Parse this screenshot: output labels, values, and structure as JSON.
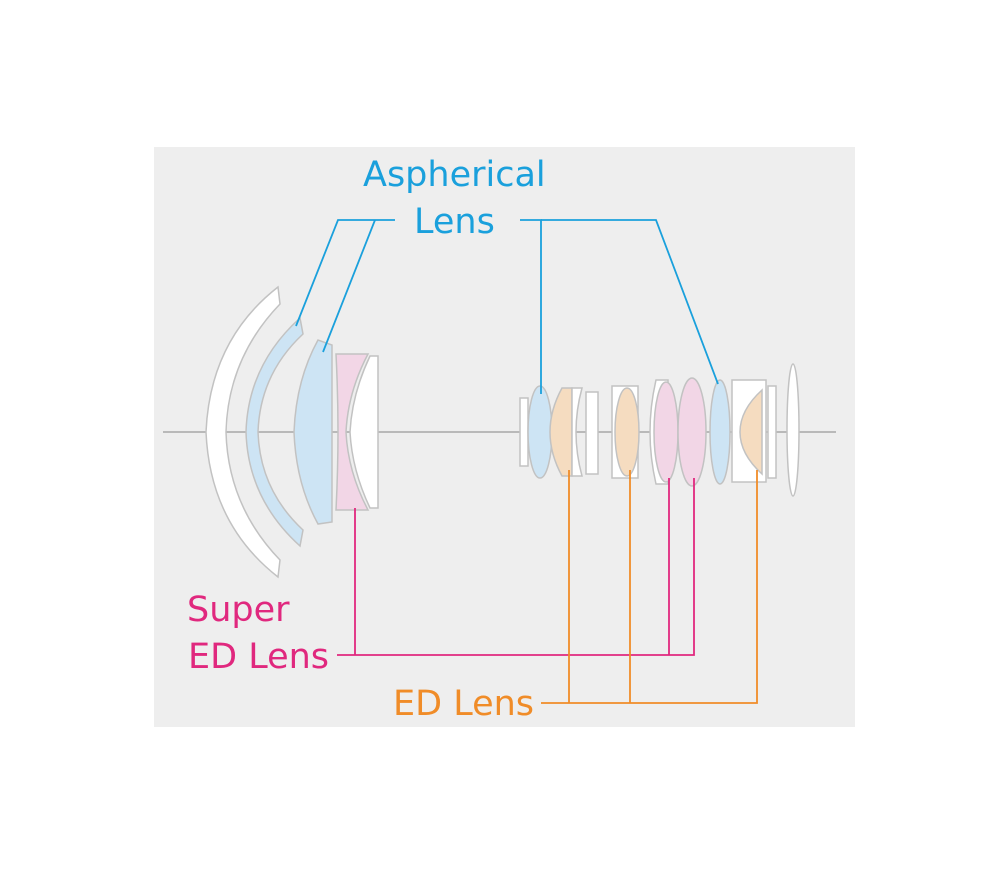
{
  "labels": {
    "aspherical": {
      "line1": "Aspherical",
      "line2": "Lens",
      "color": "#1aa0dc"
    },
    "super_ed": {
      "line1": "Super",
      "line2": "ED Lens",
      "color": "#e0287e"
    },
    "ed": {
      "line1": "ED Lens",
      "color": "#f08c28"
    }
  },
  "colors": {
    "panel_background": "#eeeeee",
    "lens_outline": "#c2c2c2",
    "lens_clear_fill": "#ffffff",
    "aspherical_fill": "#cde4f4",
    "super_ed_fill": "#f2d6e6",
    "ed_fill": "#f5dcc0",
    "optical_axis": "#b9b9b9"
  }
}
